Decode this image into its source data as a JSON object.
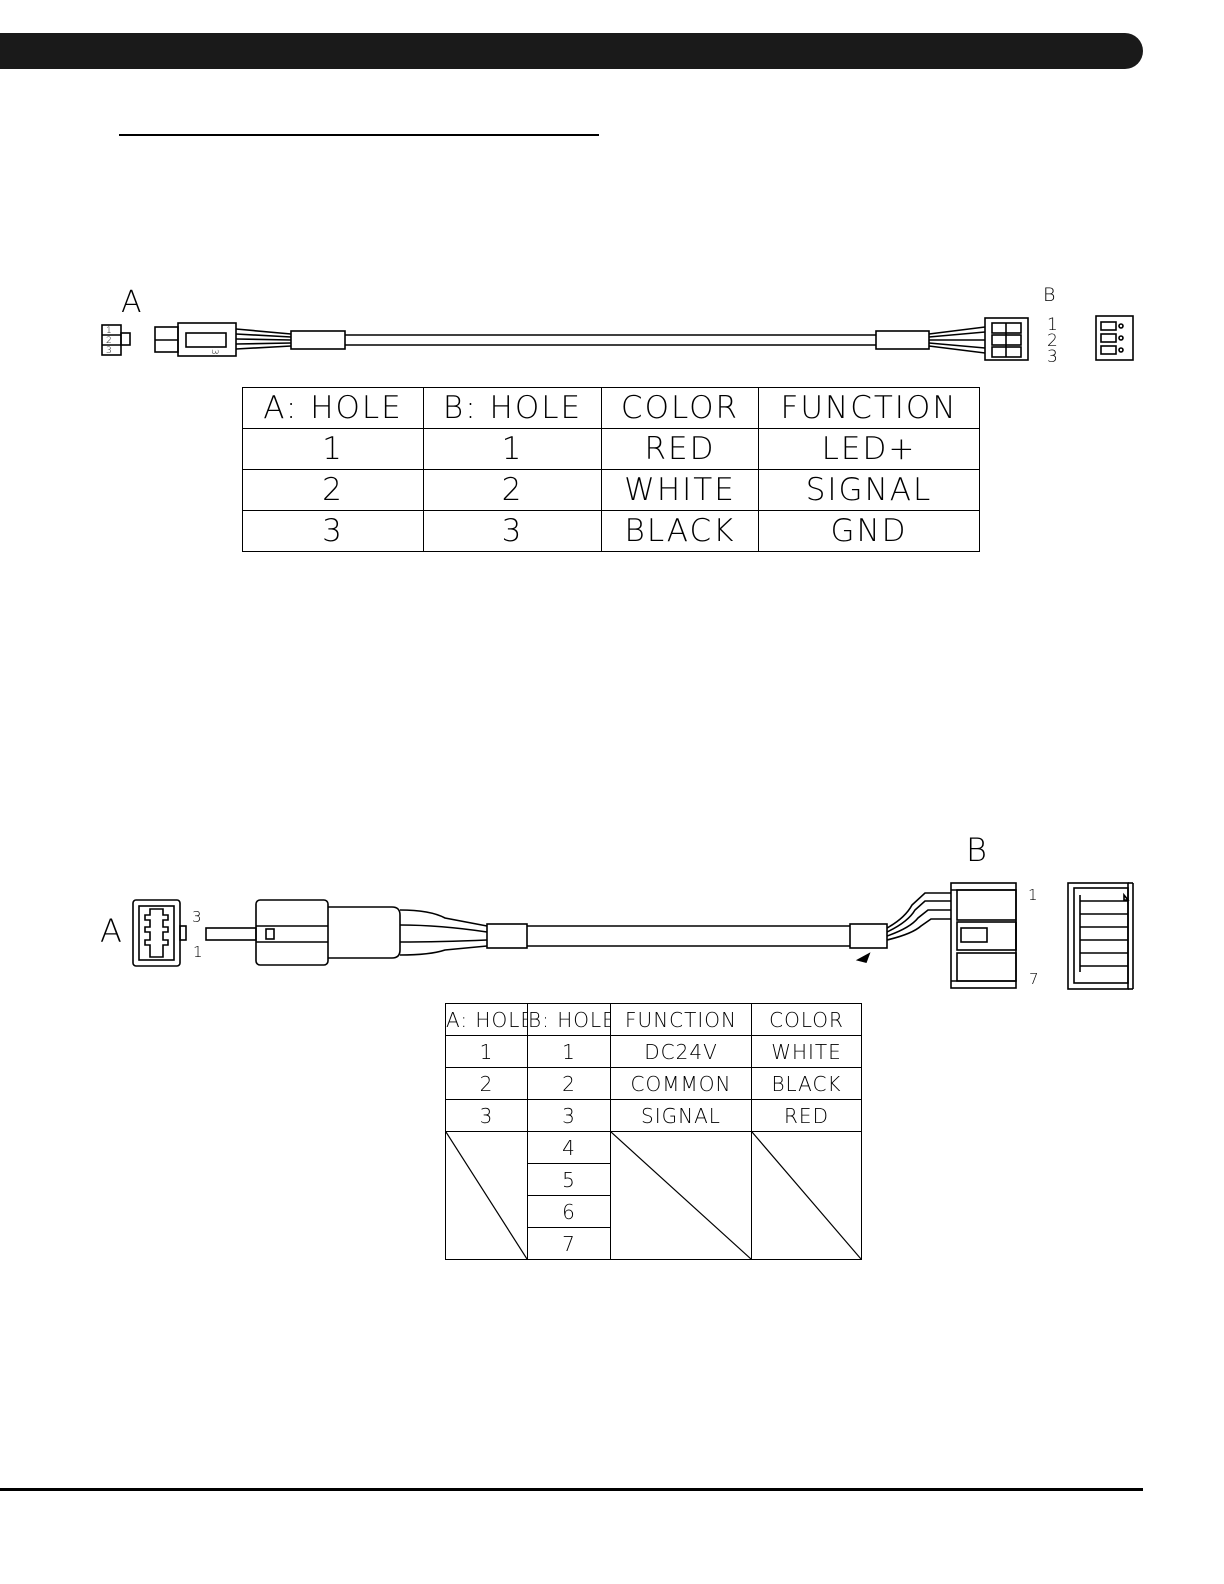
{
  "harness1": {
    "label_a": "A",
    "label_b": "B",
    "connector_a_pins": [
      "1",
      "2",
      "3"
    ],
    "connector_a_side_pin": "3",
    "connector_b_pins": [
      "1",
      "2",
      "3"
    ],
    "table": {
      "headers": [
        "A: HOLE",
        "B: HOLE",
        "COLOR",
        "FUNCTION"
      ],
      "rows": [
        [
          "1",
          "1",
          "RED",
          "LED+"
        ],
        [
          "2",
          "2",
          "WHITE",
          "SIGNAL"
        ],
        [
          "3",
          "3",
          "BLACK",
          "GND"
        ]
      ]
    }
  },
  "harness2": {
    "label_a": "A",
    "label_b": "B",
    "connector_a_pin_top": "3",
    "connector_a_pin_bottom": "1",
    "connector_b_pin_top": "1",
    "connector_b_pin_bottom": "7",
    "table": {
      "headers": [
        "A: HOLE",
        "B: HOLE",
        "FUNCTION",
        "COLOR"
      ],
      "rows": [
        [
          "1",
          "1",
          "DC24V",
          "WHITE"
        ],
        [
          "2",
          "2",
          "COMMON",
          "BLACK"
        ],
        [
          "3",
          "3",
          "SIGNAL",
          "RED"
        ],
        [
          "",
          "4",
          "",
          ""
        ],
        [
          "",
          "5",
          "",
          ""
        ],
        [
          "",
          "6",
          "",
          ""
        ],
        [
          "",
          "7",
          "",
          ""
        ]
      ]
    }
  }
}
